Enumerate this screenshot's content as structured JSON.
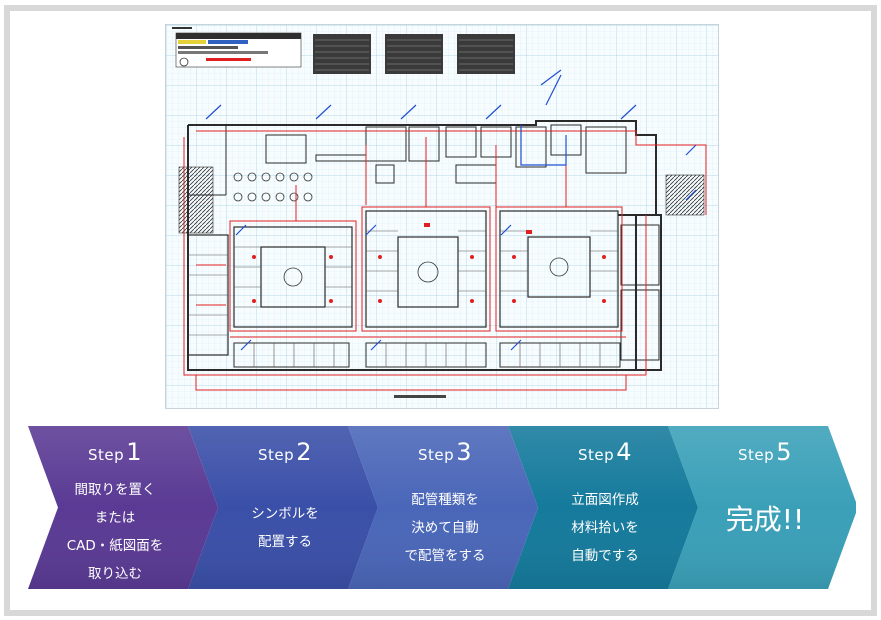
{
  "steps": [
    {
      "label": "Step",
      "number": "1",
      "lines": [
        "間取りを置く",
        "または",
        "CAD・紙図面を",
        "取り込む"
      ],
      "color": "#5a3a94"
    },
    {
      "label": "Step",
      "number": "2",
      "lines": [
        "シンボルを",
        "配置する"
      ],
      "color": "#3a4fa8"
    },
    {
      "label": "Step",
      "number": "3",
      "lines": [
        "配管種類を",
        "決めて自動",
        "で配管をする"
      ],
      "color": "#4a66b8"
    },
    {
      "label": "Step",
      "number": "4",
      "lines": [
        "立面図作成",
        "材料拾いを",
        "自動でする"
      ],
      "color": "#157a9c"
    },
    {
      "label": "Step",
      "number": "5",
      "big": "完成!!",
      "color": "#3aa0b8"
    }
  ],
  "drawing": {
    "name": "cad-floor-plan",
    "colors": {
      "grid": "#c6e2ee",
      "wall": "#2a2a2a",
      "pipe": "#e02020",
      "blue": "#2050d0"
    }
  }
}
